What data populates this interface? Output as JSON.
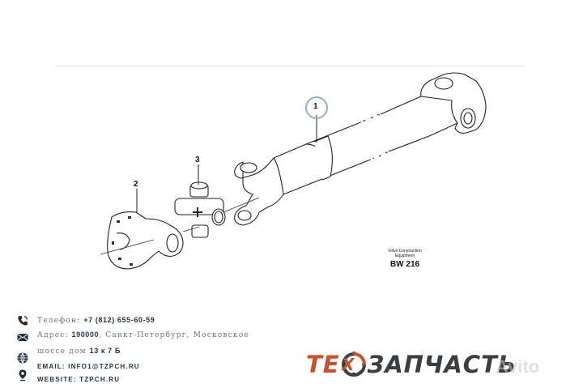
{
  "drawing": {
    "callouts": [
      {
        "id": "1",
        "label": "1",
        "part": "drive-shaft"
      },
      {
        "id": "2",
        "label": "2",
        "part": "flange-yoke"
      },
      {
        "id": "3",
        "label": "3",
        "part": "universal-joint-cross"
      }
    ],
    "caption": {
      "line1": "Volvo Construction",
      "line2": "Equipment",
      "model": "BW 216"
    },
    "colors": {
      "callout_circle": "#8fb0cc",
      "separator": "#d9e2ea"
    }
  },
  "contacts": {
    "phone": {
      "label": "Телефон:",
      "value": "+7 (812) 655-60-59",
      "icon": "phone-icon"
    },
    "address": {
      "label": "Адрес:",
      "zip": "190000",
      "line1": ", Санкт-Петербург, Московское",
      "line2a": "шоссе дом",
      "line2b": "13 к 7 Б",
      "icon": "envelope-icon"
    },
    "email": {
      "label": "EMAIL: INFO1@TZPCH.RU",
      "icon": "globe-icon"
    },
    "website": {
      "label": "WEBSITE: TZPCH.RU",
      "icon": "location-pin-icon"
    }
  },
  "logo": {
    "part1": "ТЕ",
    "gear_letter": "Х",
    "part2": "ЗАПЧАСТЬ",
    "colors": {
      "accent": "#c9502a",
      "dark": "#3a3d42"
    }
  },
  "watermark": {
    "text": "Avito"
  }
}
